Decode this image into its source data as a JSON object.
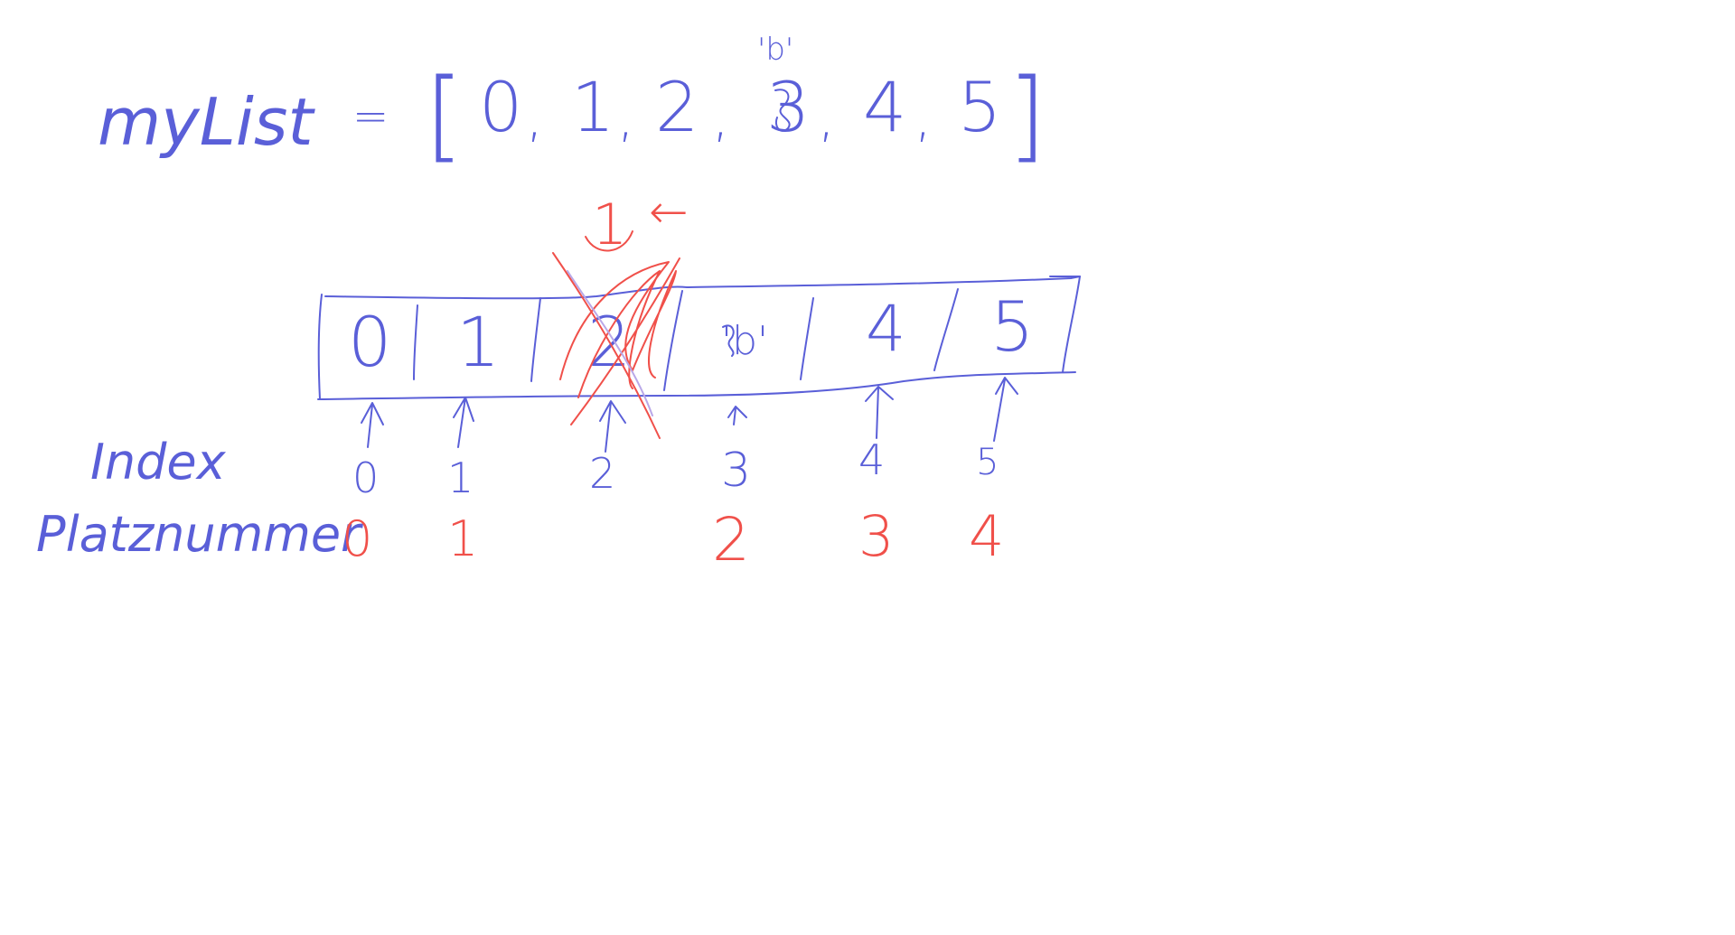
{
  "colors": {
    "background": "#ffffff",
    "blue_ink": "#5a5fd8",
    "red_ink": "#f0504a"
  },
  "assignment": {
    "var_name": "myList",
    "equals": "=",
    "open_bracket": "[",
    "close_bracket": "]",
    "elements": [
      "0",
      "1",
      "2",
      "3",
      "4",
      "5"
    ],
    "annotation_above": "'b'"
  },
  "boxes": [
    "0",
    "1",
    "2",
    "'b'",
    "4",
    "5"
  ],
  "red_note": {
    "number": "1",
    "arrow": "←"
  },
  "labels": {
    "index": "Index",
    "platznummer": "Platznummer"
  },
  "index_values": [
    "0",
    "1",
    "2",
    "3",
    "4",
    "5"
  ],
  "platz_values": [
    "0",
    "1",
    "2",
    "3",
    "4"
  ]
}
